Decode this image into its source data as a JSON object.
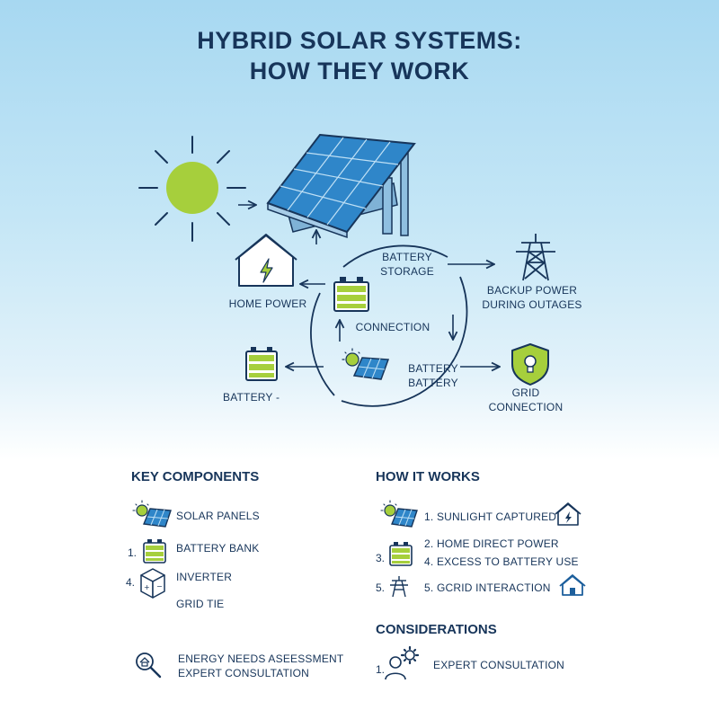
{
  "title": {
    "line1": "HYBRID SOLAR SYSTEMS:",
    "line2": "HOW THEY WORK"
  },
  "diagram": {
    "battery_storage_1": "BATTERY",
    "battery_storage_2": "STORAGE",
    "home_power": "HOME POWER",
    "connection": "CONNECTION",
    "backup_power_1": "BACKUP POWER",
    "backup_power_2": "DURING OUTAGES",
    "battery_battery_1": "BATTERY",
    "battery_battery_2": "BATTERY",
    "grid_connection_1": "GRID",
    "grid_connection_2": "CONNECTION",
    "battery_left": "BATTERY -"
  },
  "key_components": {
    "heading": "KEY COMPONENTS",
    "solar_panels": "SOLAR PANELS",
    "battery_bank_num": "1.",
    "battery_bank": "BATTERY BANK",
    "inverter_num": "4.",
    "inverter": "INVERTER",
    "grid_tie": "GRID TIE",
    "assessment_1": "ENERGY NEEDS ASEESSMENT",
    "assessment_2": "EXPERT CONSULTATION"
  },
  "how_it_works": {
    "heading": "HOW IT WORKS",
    "step1": "1. SUNLIGHT CAPTURED",
    "step2": "2. HOME DIRECT POWER",
    "step3_num": "3.",
    "step4": "4. EXCESS TO BATTERY USE",
    "step5_num": "5.",
    "step5": "5. GCRID INTERACTION"
  },
  "considerations": {
    "heading": "CONSIDERATIONS",
    "num": "1.",
    "item": "EXPERT CONSULTATION"
  },
  "colors": {
    "navy": "#17355a",
    "green": "#a6cf3c",
    "panel_blue": "#2f86c9",
    "panel_dark": "#1d5f9c"
  }
}
